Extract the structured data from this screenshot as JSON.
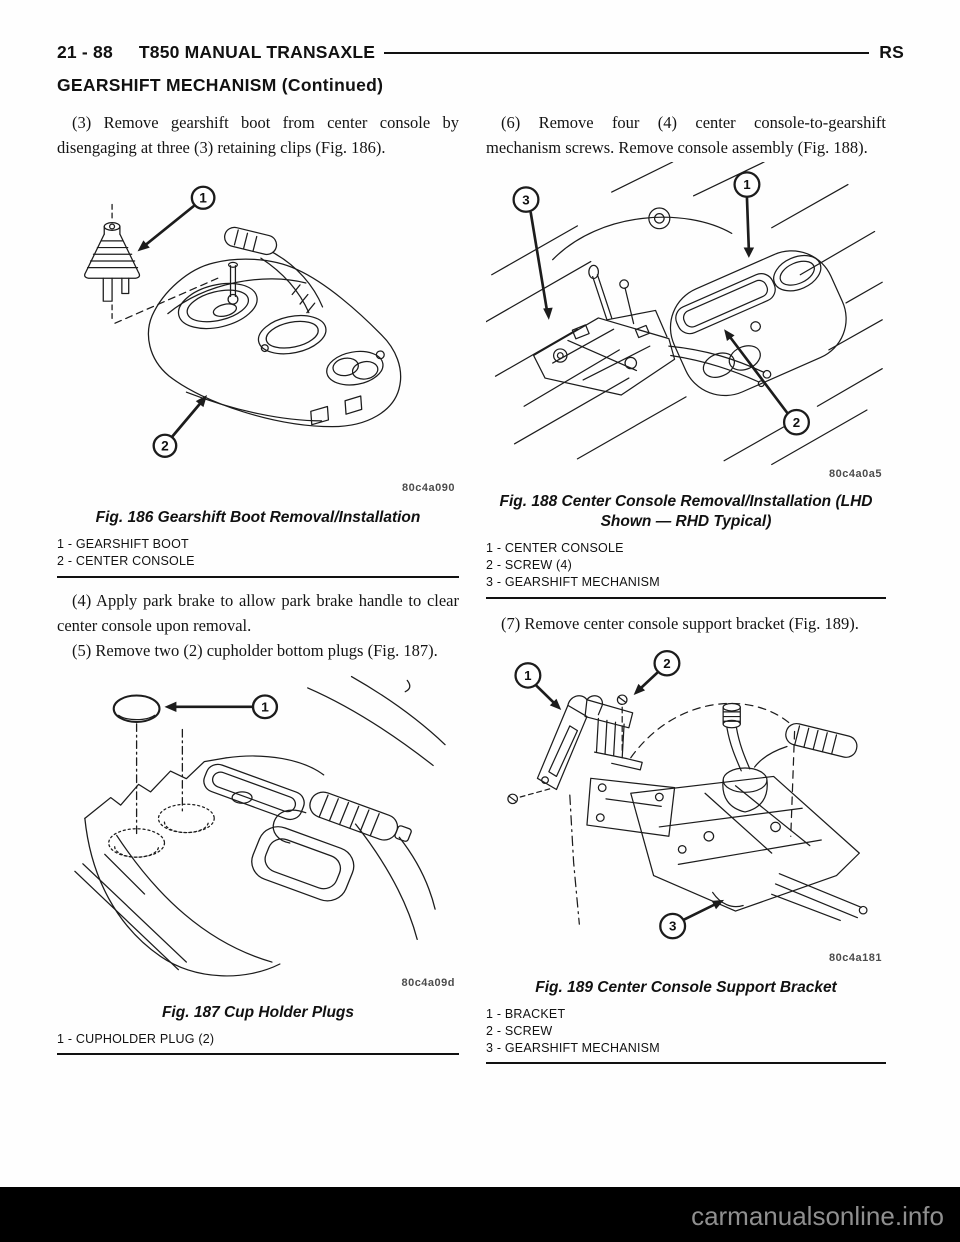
{
  "header": {
    "page_number": "21 - 88",
    "manual_title": "T850 MANUAL TRANSAXLE",
    "platform_code": "RS",
    "section_title": "GEARSHIFT MECHANISM (Continued)"
  },
  "steps": {
    "step3": "(3) Remove gearshift boot from center console by disengaging at three (3) retaining clips (Fig. 186).",
    "step4": "(4) Apply park brake to allow park brake handle to clear center console upon removal.",
    "step5": "(5) Remove two (2) cupholder bottom plugs (Fig. 187).",
    "step6": "(6) Remove four (4) center console-to-gearshift mechanism screws. Remove console assembly (Fig. 188).",
    "step7": "(7) Remove center console support bracket (Fig. 189)."
  },
  "figures": {
    "fig186": {
      "image_code": "80c4a090",
      "caption": "Fig. 186 Gearshift Boot Removal/Installation",
      "legend": [
        "1 - GEARSHIFT BOOT",
        "2 - CENTER CONSOLE"
      ],
      "callout_1": "1",
      "callout_2": "2"
    },
    "fig187": {
      "image_code": "80c4a09d",
      "caption": "Fig. 187 Cup Holder Plugs",
      "legend": [
        "1 - CUPHOLDER PLUG (2)"
      ],
      "callout_1": "1"
    },
    "fig188": {
      "image_code": "80c4a0a5",
      "caption_line1": "Fig. 188 Center Console Removal/Installation (LHD",
      "caption_line2": "Shown — RHD Typical)",
      "legend": [
        "1 - CENTER CONSOLE",
        "2 - SCREW (4)",
        "3 - GEARSHIFT MECHANISM"
      ],
      "callout_1": "1",
      "callout_2": "2",
      "callout_3": "3"
    },
    "fig189": {
      "image_code": "80c4a181",
      "caption": "Fig. 189 Center Console Support Bracket",
      "legend": [
        "1 - BRACKET",
        "2 - SCREW",
        "3 - GEARSHIFT MECHANISM"
      ],
      "callout_1": "1",
      "callout_2": "2",
      "callout_3": "3"
    }
  },
  "footer": {
    "watermark": "carmanualsonline.info"
  }
}
